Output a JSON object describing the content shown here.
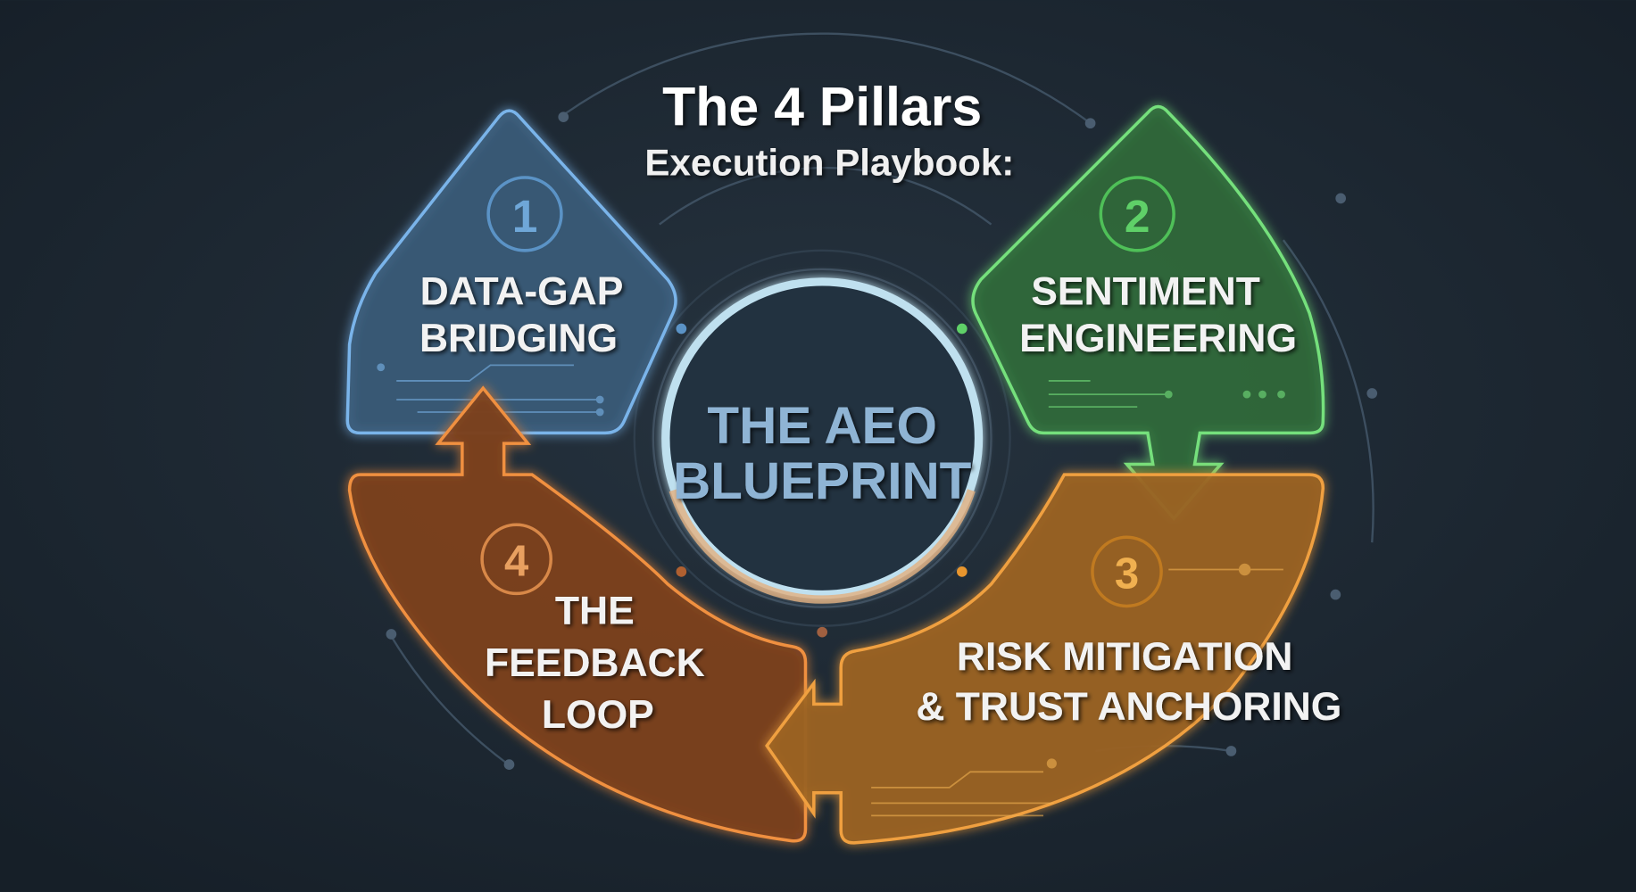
{
  "title": {
    "line1": "The 4 Pillars",
    "line2": "Execution Playbook:"
  },
  "center": {
    "line1": "THE AEO",
    "line2": "BLUEPRINT"
  },
  "pillars": [
    {
      "number": "1",
      "line1": "DATA-GAP",
      "line2": "BRIDGING",
      "color": "#5b9bd5"
    },
    {
      "number": "2",
      "line1": "SENTIMENT",
      "line2": "ENGINEERING",
      "color": "#5fd068"
    },
    {
      "number": "3",
      "line1": "RISK MITIGATION",
      "line2": "& TRUST ANCHORING",
      "color": "#e8962e"
    },
    {
      "number": "4",
      "line1": "THE",
      "line2": "FEEDBACK",
      "line3": "LOOP",
      "color": "#e07a35"
    }
  ]
}
